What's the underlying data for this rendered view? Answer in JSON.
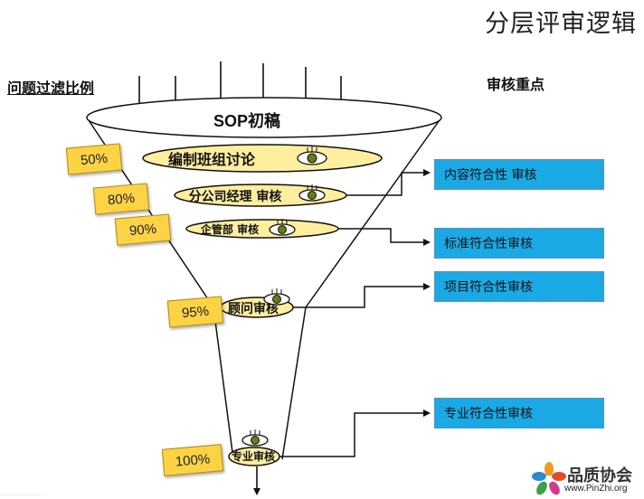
{
  "title": "分层评审逻辑",
  "left_heading": "问题过滤比例",
  "right_heading": "审核重点",
  "funnel_top_label": "SOP初稿",
  "layers": [
    {
      "label": "编制班组讨论",
      "percent": "50%"
    },
    {
      "label": "分公司经理 审核",
      "percent": "80%"
    },
    {
      "label": "企管部 审核",
      "percent": "90%"
    },
    {
      "label": "顾问审核",
      "percent": "95%"
    },
    {
      "label": "专业审核",
      "percent": "100%"
    }
  ],
  "focus": [
    "内容符合性 审核",
    "标准符合性审核",
    "项目符合性审核",
    "专业符合性审核"
  ],
  "logo": {
    "name": "品质协会",
    "url": "www.PinZhi.org"
  },
  "colors": {
    "layer_fill": "#fdeea0",
    "percent_fill": "#fdd346",
    "focus_fill": "#1ba9e6",
    "eye_iris": "#6b7a14"
  }
}
